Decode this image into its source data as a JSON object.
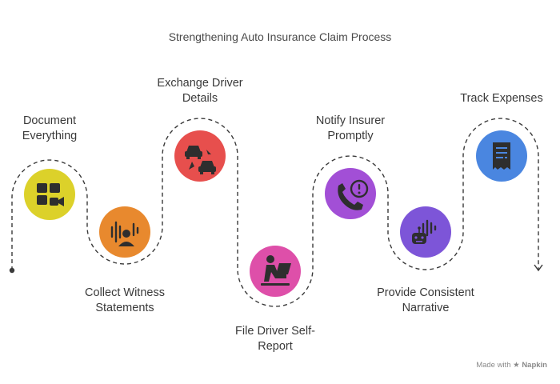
{
  "title": "Strengthening Auto Insurance Claim Process",
  "steps": [
    {
      "label_l1": "Document",
      "label_l2": "Everything",
      "icon": "document-grid-icon",
      "color": "#dcd12a"
    },
    {
      "label_l1": "Collect Witness",
      "label_l2": "Statements",
      "icon": "voice-recording-icon",
      "color": "#e8892e"
    },
    {
      "label_l1": "Exchange Driver",
      "label_l2": "Details",
      "icon": "car-exchange-icon",
      "color": "#e74f4d"
    },
    {
      "label_l1": "File Driver Self-",
      "label_l2": "Report",
      "icon": "person-laptop-icon",
      "color": "#de4fa9"
    },
    {
      "label_l1": "Notify Insurer",
      "label_l2": "Promptly",
      "icon": "phone-alert-icon",
      "color": "#a24fd6"
    },
    {
      "label_l1": "Provide Consistent",
      "label_l2": "Narrative",
      "icon": "robot-voice-icon",
      "color": "#7d55d8"
    },
    {
      "label_l1": "Track Expenses",
      "label_l2": "",
      "icon": "receipt-icon",
      "color": "#4a86e0"
    }
  ],
  "credit": {
    "prefix": "Made with",
    "brand": "Napkin"
  }
}
